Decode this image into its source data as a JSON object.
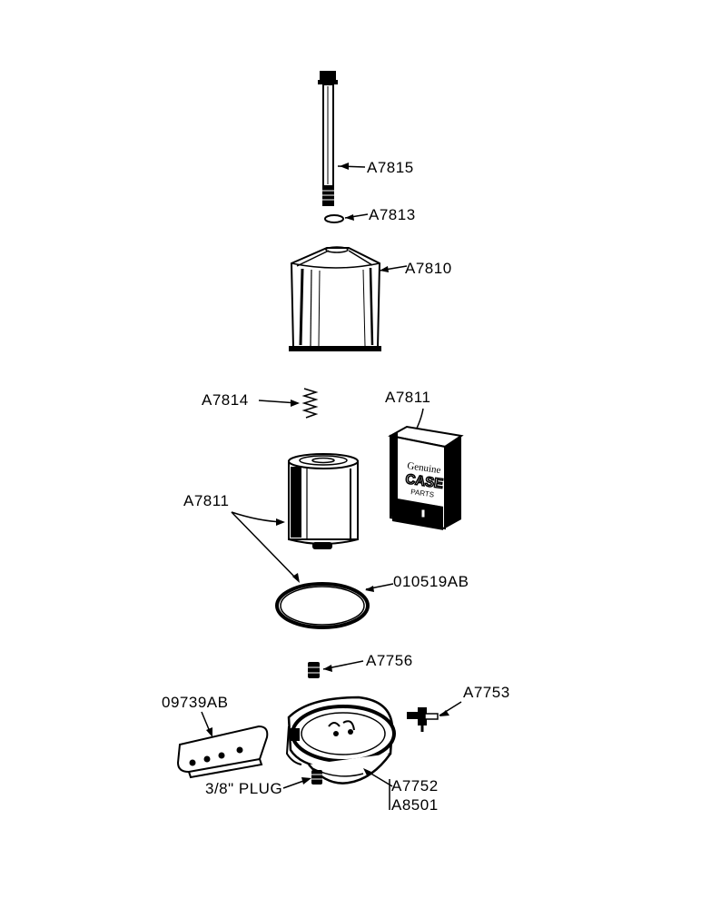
{
  "diagram": {
    "parts": [
      {
        "id": "bolt",
        "label": "A7815"
      },
      {
        "id": "washer",
        "label": "A7813"
      },
      {
        "id": "cover",
        "label": "A7810"
      },
      {
        "id": "spring",
        "label": "A7814"
      },
      {
        "id": "filter-box",
        "label": "A7811"
      },
      {
        "id": "filter-element",
        "label": "A7811"
      },
      {
        "id": "gasket",
        "label": "010519AB"
      },
      {
        "id": "fitting",
        "label": "A7756"
      },
      {
        "id": "petcock",
        "label": "09739AB"
      },
      {
        "id": "bracket",
        "label": "A7753"
      },
      {
        "id": "plug",
        "label": "3/8\" PLUG"
      },
      {
        "id": "base",
        "label": "A7752"
      },
      {
        "id": "base-alt",
        "label": "A8501"
      }
    ],
    "box_brand": {
      "line1": "Genuine",
      "line2": "CASE",
      "line3": "PARTS"
    }
  }
}
